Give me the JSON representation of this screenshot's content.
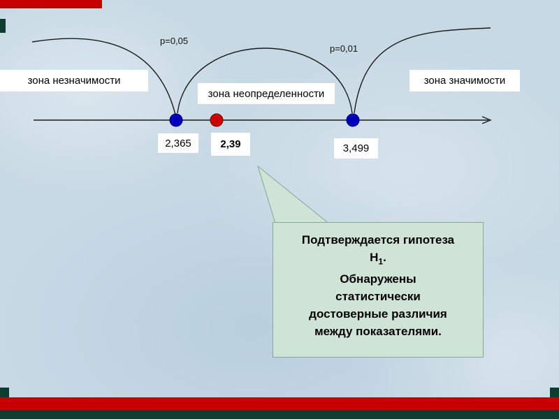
{
  "slide": {
    "background_color": "#c7d9e5",
    "trim": {
      "red_color": "#c40000",
      "green_color": "#0d3d2e"
    }
  },
  "diagram": {
    "axis_color": "#1a1a1a",
    "zones": {
      "left": "зона незначимости",
      "middle": "зона неопределенности",
      "right": "зона значимости"
    },
    "p_values": {
      "p05": "p=0,05",
      "p01": "p=0,01"
    },
    "points": {
      "left_critical": {
        "value": "2,365",
        "dot_color": "#0000bb"
      },
      "empirical": {
        "value": "2,39",
        "dot_color": "#cc0000"
      },
      "right_critical": {
        "value": "3,499",
        "dot_color": "#0000bb"
      }
    }
  },
  "callout": {
    "background_color": "#cfe3d6",
    "lines": {
      "l1": "Подтверждается гипотеза",
      "l2_base": "Н",
      "l2_sub": "1",
      "l2_tail": ".",
      "l3": "Обнаружены",
      "l4": "статистически",
      "l5": "достоверные различия",
      "l6": "между показателями."
    }
  }
}
